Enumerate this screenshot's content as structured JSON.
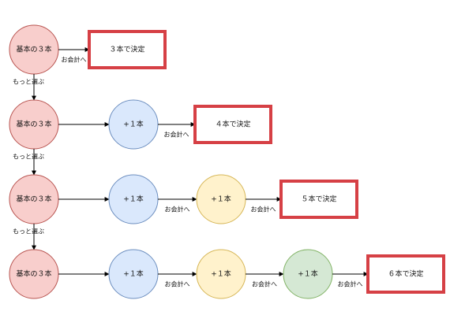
{
  "diagram": {
    "colors": {
      "pink_fill": "#f8cecc",
      "pink_stroke": "#b85450",
      "blue_fill": "#dae8fc",
      "blue_stroke": "#6c8ebf",
      "yellow_fill": "#fff2cc",
      "yellow_stroke": "#d6b656",
      "green_fill": "#d5e8d4",
      "green_stroke": "#82b366",
      "decision_border": "#d64045",
      "arrow": "#000000"
    },
    "rows": [
      {
        "start": "基本の３本",
        "adds": [],
        "checkout_label": "お会計へ",
        "decision": "３本で決定",
        "more_label": "もっと選ぶ"
      },
      {
        "start": "基本の３本",
        "adds": [
          "+１本"
        ],
        "checkout_label": "お会計へ",
        "decision": "４本で決定",
        "more_label": "もっと選ぶ"
      },
      {
        "start": "基本の３本",
        "adds": [
          "+１本",
          "+１本"
        ],
        "add_labels": [
          "お会計へ"
        ],
        "checkout_label": "お会計へ",
        "decision": "５本で決定",
        "more_label": "もっと選ぶ"
      },
      {
        "start": "基本の３本",
        "adds": [
          "+１本",
          "+１本",
          "+１本"
        ],
        "add_labels": [
          "お会計へ",
          "お会計へ"
        ],
        "checkout_label": "お会計へ",
        "decision": "６本で決定"
      }
    ]
  }
}
